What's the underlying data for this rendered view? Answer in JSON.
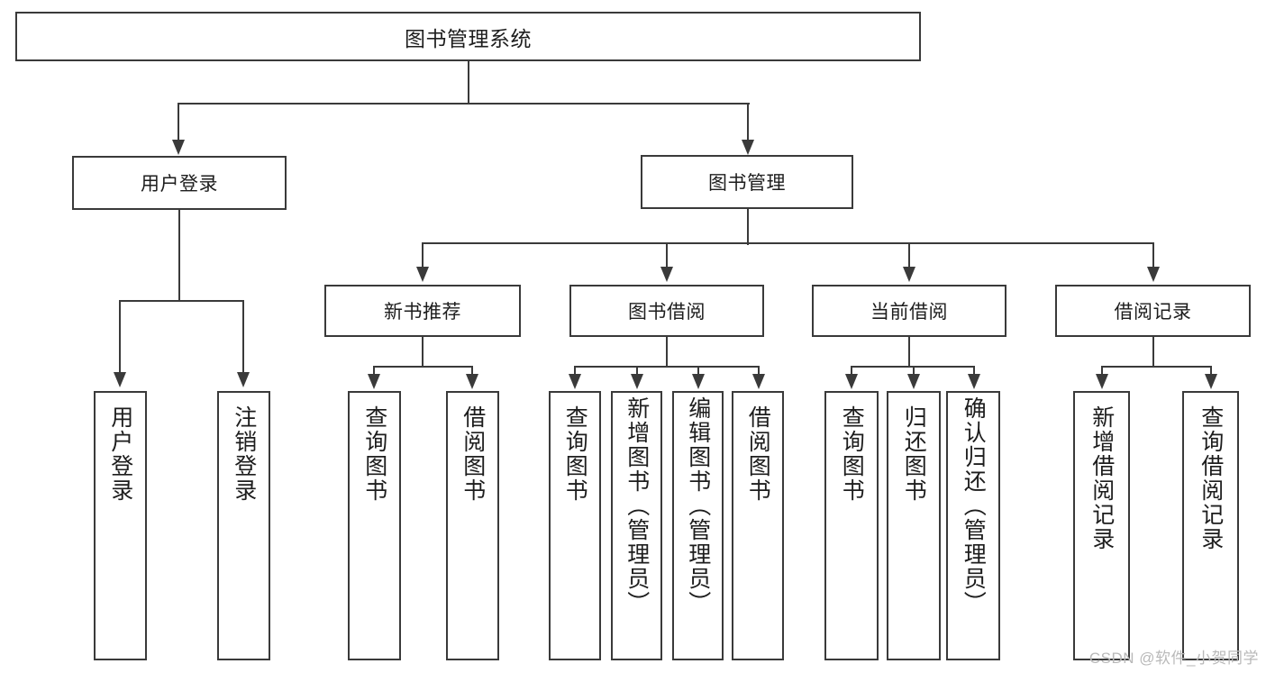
{
  "diagram": {
    "title": "图书管理系统",
    "type": "tree-hierarchy-chart",
    "root": {
      "label": "图书管理系统"
    },
    "level1": [
      {
        "label": "用户登录"
      },
      {
        "label": "图书管理"
      }
    ],
    "level2": [
      {
        "label": "新书推荐"
      },
      {
        "label": "图书借阅"
      },
      {
        "label": "当前借阅"
      },
      {
        "label": "借阅记录"
      }
    ],
    "leaves": {
      "user_login": [
        {
          "label": "用户登录"
        },
        {
          "label": "注销登录"
        }
      ],
      "new_book_recommend": [
        {
          "label": "查询图书"
        },
        {
          "label": "借阅图书"
        }
      ],
      "book_borrow": [
        {
          "label": "查询图书"
        },
        {
          "label": "新增图书（管理员）"
        },
        {
          "label": "编辑图书（管理员）"
        },
        {
          "label": "借阅图书"
        }
      ],
      "current_borrow": [
        {
          "label": "查询图书"
        },
        {
          "label": "归还图书"
        },
        {
          "label": "确认归还（管理员）"
        }
      ],
      "borrow_record": [
        {
          "label": "新增借阅记录"
        },
        {
          "label": "查询借阅记录"
        }
      ]
    }
  },
  "watermark": {
    "text": "CSDN @软件_小贺同学"
  },
  "colors": {
    "stroke": "#3a3a3a",
    "text": "#1d1d1d",
    "background": "#ffffff",
    "watermark": "#b9b9b9"
  }
}
